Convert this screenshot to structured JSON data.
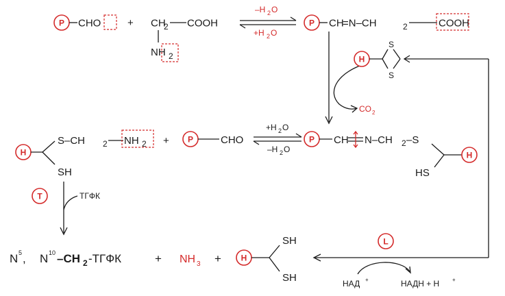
{
  "circles": {
    "P": "P",
    "H": "H",
    "T": "T",
    "L": "L"
  },
  "row1": {
    "cho": "CHO",
    "plus": "+",
    "glycine_ch2": "CH",
    "glycine_ch2_sub": "2",
    "glycine_cooh": "COOH",
    "glycine_nh": "NH",
    "glycine_nh_sub": "2",
    "minus_h2o": "–H",
    "minus_h2o_sub": "2",
    "minus_h2o_o": "O",
    "plus_h2o": "+H",
    "plus_h2o_sub": "2",
    "plus_h2o_o": "O",
    "schiff": "CH",
    "schiff_eq": "=N–CH",
    "schiff_sub": "2",
    "schiff_cooh": "COOH"
  },
  "lipoate_ring": {
    "s_top": "S",
    "s_bottom": "S"
  },
  "co2": {
    "label": "CO",
    "sub": "2"
  },
  "row2": {
    "s_ch2": "S–CH",
    "s_ch2_sub": "2",
    "nh2": "NH",
    "nh2_sub": "2",
    "sh": "SH",
    "plus": "+",
    "cho": "CHO",
    "plus_h2o": "+H",
    "plus_h2o_sub": "2",
    "plus_h2o_o": "O",
    "minus_h2o": "–H",
    "minus_h2o_sub": "2",
    "minus_h2o_o": "O",
    "schiff_ch": "CH",
    "schiff_n": "N–CH",
    "schiff_sub": "2",
    "schiff_s": "–S",
    "hs": "HS"
  },
  "thf_label": "ТГФК",
  "row3": {
    "n5": "N",
    "n5_sup": "5",
    "comma": ",",
    "n10": "N",
    "n10_sup": "10",
    "ch2": "–CH",
    "ch2_sub": "2",
    "thf": "-ТГФК",
    "plus1": "+",
    "nh3": "NH",
    "nh3_sub": "3",
    "plus2": "+",
    "sh_top": "SH",
    "sh_bottom": "SH",
    "nad": "НАД",
    "nad_sup": "+",
    "nadh": "НАДН + Н",
    "nadh_sup": "+"
  },
  "colors": {
    "accent": "#d42a2a",
    "ink": "#1a1a1a"
  }
}
